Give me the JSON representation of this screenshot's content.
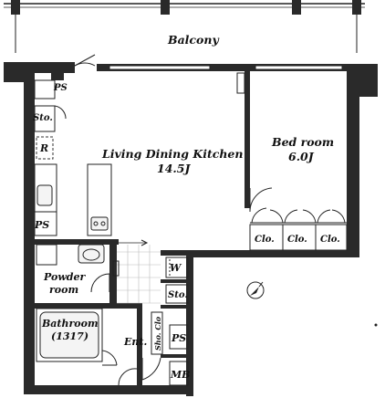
{
  "rooms": {
    "balcony": "Balcony",
    "ldk": "Living Dining Kitchen",
    "ldk_area": "14.5J",
    "bedroom": "Bed room",
    "bedroom_area": "6.0J",
    "powder_line1": "Powder",
    "powder_line2": "room",
    "bathroom": "Bathroom",
    "bathroom_size": "(1317)",
    "entrance": "Ent."
  },
  "labels": {
    "ps_top": "PS",
    "sto_top": "Sto.",
    "r": "R",
    "ps_kitchen": "PS",
    "clo1": "Clo.",
    "clo2": "Clo.",
    "clo3": "Clo.",
    "w": "W",
    "sto_hall": "Sto.",
    "sho_clo": "Sho. Clo",
    "ps_hall": "PS",
    "mb": "MB"
  }
}
